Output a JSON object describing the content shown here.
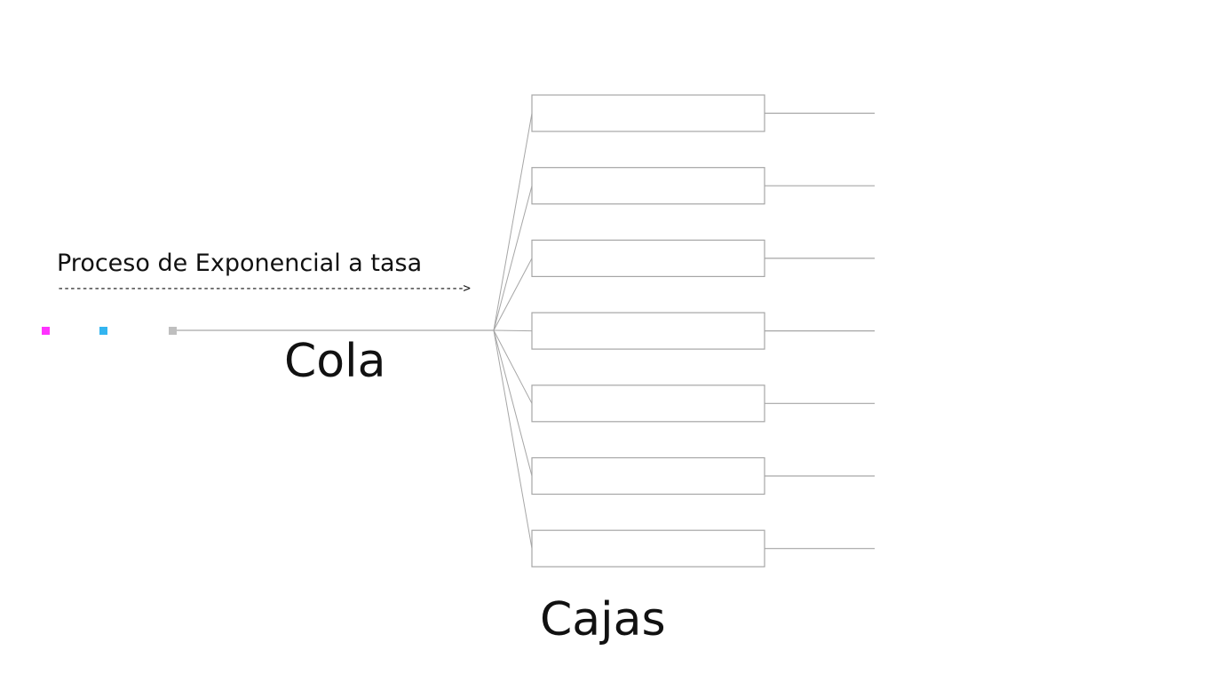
{
  "process_label": "Proceso de Exponencial a tasa",
  "process_arrow": "------------------------------------------------------------------->",
  "queue_label": "Cola",
  "servers_label": "Cajas",
  "customers": [
    {
      "name": "customer-magenta",
      "color": "#ff33ff"
    },
    {
      "name": "customer-blue",
      "color": "#33b5f0"
    },
    {
      "name": "customer-gray",
      "color": "#bfbfbf"
    }
  ],
  "server_count": 7,
  "colors": {
    "line": "#a6a6a6",
    "text": "#111111"
  }
}
